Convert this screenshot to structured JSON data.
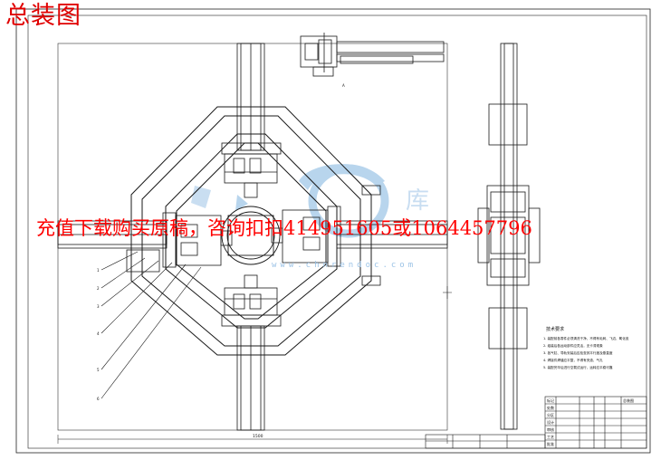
{
  "drawing": {
    "title_overlay": "总装图",
    "promo_text": "充值下载购买原稿，咨询扣扣414951605或1064457796",
    "watermark_url": "www.chnrendoc.com",
    "dimension_label": "1500",
    "tech_requirements": {
      "heading": "技术要求",
      "lines": [
        "1. 装配前各零件必须清洗干净，不得有毛刺、飞边、氧化皮",
        "2. 组装后各运动部件应灵活，无卡滞现象",
        "3. 各气缸、导轨安装后应检查其平行度及垂直度",
        "4. 焊接件焊缝应平整，不得有夹渣、气孔",
        "5. 装配完毕后进行空载试运行，运转应平稳可靠"
      ]
    },
    "title_block": {
      "name": "总装图",
      "rows": [
        "标记",
        "处数",
        "分区",
        "设计",
        "审核",
        "工艺",
        "批准"
      ]
    },
    "colors": {
      "line": "#1a1a1a",
      "title_red": "#e00000",
      "watermark_blue": "#7fb4e0"
    }
  }
}
